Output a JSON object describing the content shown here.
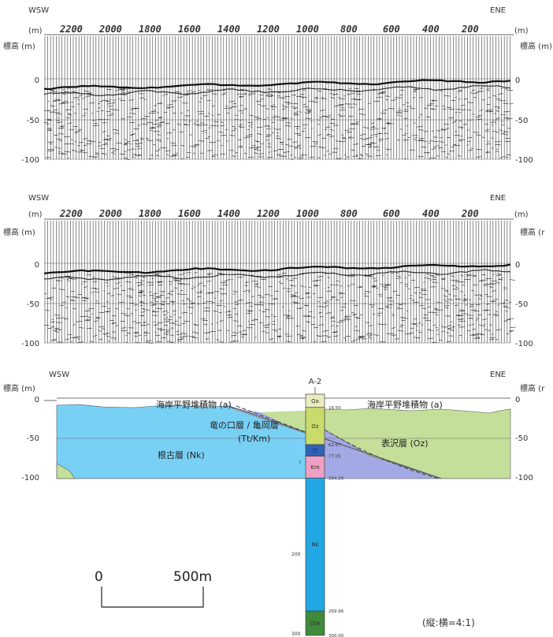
{
  "orientation": {
    "left": "WSW",
    "right": "ENE"
  },
  "distance_unit": "(m)",
  "distances": [
    "2200",
    "2000",
    "1800",
    "1600",
    "1400",
    "1200",
    "1000",
    "800",
    "600",
    "400",
    "200"
  ],
  "elevation_label": "標高 (m)",
  "elevation_label_right_cut": "標高 (r",
  "elevation_ticks": [
    "0",
    "-50",
    "-100"
  ],
  "geology": {
    "borehole_name": "A-2",
    "units": {
      "coastal_left": "海岸平野堆積物 (a)",
      "coastal_right": "海岸平野堆積物 (a)",
      "tatsunokuchi_1": "竜の口層 / 亀岡層",
      "tatsunokuchi_2": "(Tt/Km)",
      "omote": "表沢層 (Oz)",
      "neko": "根古層 (Nk)"
    },
    "core": [
      {
        "code": "Qa",
        "depth_bottom": "16.50",
        "color": "#e9ecc0"
      },
      {
        "code": "Oz",
        "depth_bottom": "62.67",
        "color": "#c9db6b"
      },
      {
        "code": "Tt",
        "depth_bottom": "77.05",
        "color": "#2f63b8"
      },
      {
        "code": "Km",
        "depth_bottom": "104.20",
        "color": "#ee9fc4"
      },
      {
        "code": "Nk",
        "depth_bottom": "269.66",
        "color": "#21a7e4"
      },
      {
        "code": "Ot4",
        "depth_bottom": "300.00",
        "color": "#3f8a3b"
      }
    ],
    "core_depth_ticks": [
      "200",
      "300"
    ],
    "core_mark": "?"
  },
  "scale_bar": {
    "start": "0",
    "end": "500m"
  },
  "ratio_note": "(縦:横=4:1)",
  "colors": {
    "neko": "#79d0f5",
    "tatsunokuchi": "#a2a9e4",
    "omote": "#c3df9a",
    "seismic_line": "#555555"
  }
}
